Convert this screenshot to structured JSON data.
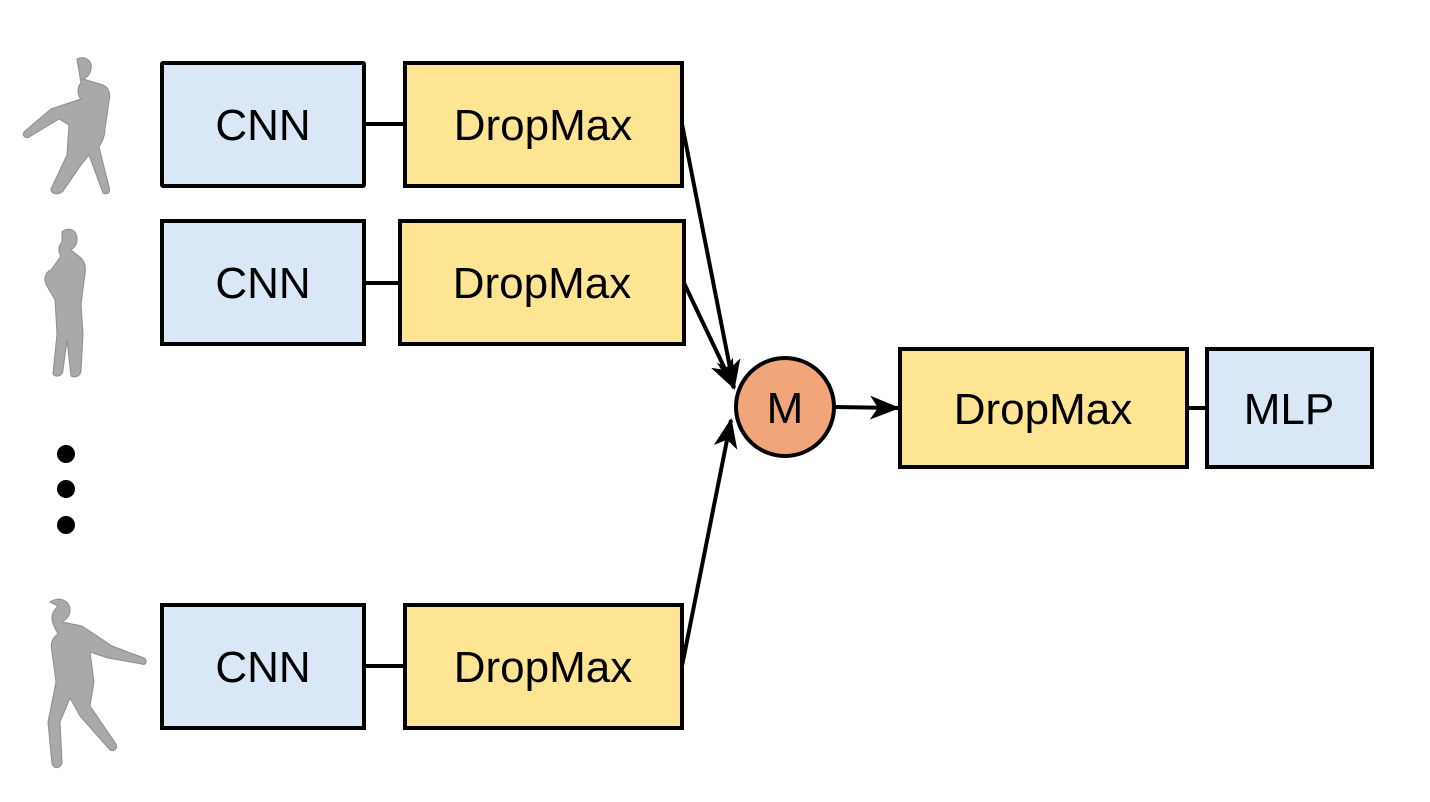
{
  "colors": {
    "cnn_fill": "#dae7f6",
    "dropmax_fill": "#fde593",
    "merge_fill": "#f0a57a",
    "mlp_fill": "#dae7f6",
    "stroke": "#000000",
    "figure_fill": "#a9a9a9"
  },
  "branches": [
    {
      "cnn_label": "CNN",
      "dropmax_label": "DropMax",
      "figure_icon": "human-pose-rifle-icon"
    },
    {
      "cnn_label": "CNN",
      "dropmax_label": "DropMax",
      "figure_icon": "human-pose-standing-icon"
    },
    {
      "cnn_label": "CNN",
      "dropmax_label": "DropMax",
      "figure_icon": "human-pose-rifle-icon"
    }
  ],
  "ellipsis_icon": "vertical-ellipsis-icon",
  "merge": {
    "label": "M"
  },
  "output": {
    "dropmax_label": "DropMax",
    "mlp_label": "MLP"
  }
}
